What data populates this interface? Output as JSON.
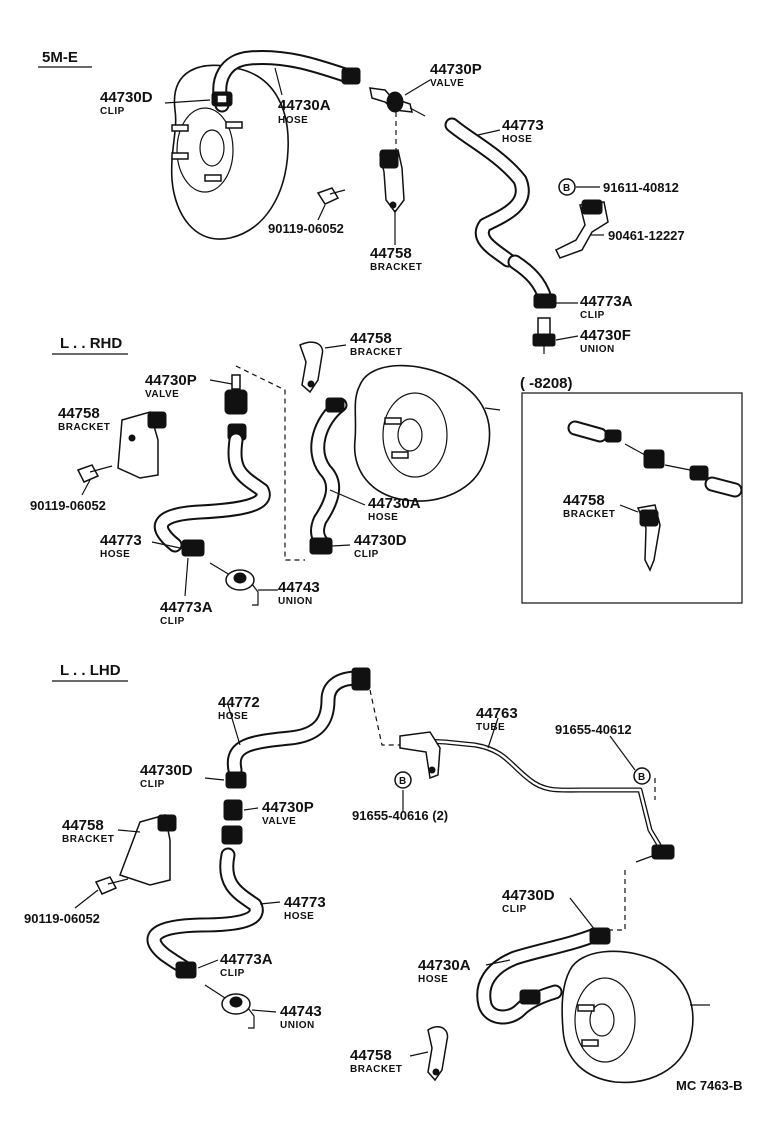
{
  "sections": {
    "s1_title": "5M-E",
    "s2_title": "L . . RHD",
    "s3_title": "L . . LHD",
    "inset_title": "(      -8208)"
  },
  "section1": {
    "l_44730D_num": "44730D",
    "l_44730D_name": "CLIP",
    "l_44730A_num": "44730A",
    "l_44730A_name": "HOSE",
    "l_44730P_num": "44730P",
    "l_44730P_name": "VALVE",
    "l_44773_num": "44773",
    "l_44773_name": "HOSE",
    "l_91611_num": "91611-40812",
    "l_90461_num": "90461-12227",
    "l_90119_num": "90119-06052",
    "l_44758_num": "44758",
    "l_44758_name": "BRACKET",
    "l_44773A_num": "44773A",
    "l_44773A_name": "CLIP",
    "l_44730F_num": "44730F",
    "l_44730F_name": "UNION"
  },
  "section2": {
    "l_44730P_num": "44730P",
    "l_44730P_name": "VALVE",
    "l_44758a_num": "44758",
    "l_44758a_name": "BRACKET",
    "l_44758b_num": "44758",
    "l_44758b_name": "BRACKET",
    "l_90119_num": "90119-06052",
    "l_44773_num": "44773",
    "l_44773_name": "HOSE",
    "l_44730A_num": "44730A",
    "l_44730A_name": "HOSE",
    "l_44730D_num": "44730D",
    "l_44730D_name": "CLIP",
    "l_44743_num": "44743",
    "l_44743_name": "UNION",
    "l_44773A_num": "44773A",
    "l_44773A_name": "CLIP",
    "l_inset_44758_num": "44758",
    "l_inset_44758_name": "BRACKET"
  },
  "section3": {
    "l_44772_num": "44772",
    "l_44772_name": "HOSE",
    "l_44763_num": "44763",
    "l_44763_name": "TUBE",
    "l_91655_40612_num": "91655-40612",
    "l_44730D_num": "44730D",
    "l_44730D_name": "CLIP",
    "l_44730P_num": "44730P",
    "l_44730P_name": "VALVE",
    "l_91655_40616_num": "91655-40616 (2)",
    "l_44758a_num": "44758",
    "l_44758a_name": "BRACKET",
    "l_44773_num": "44773",
    "l_44773_name": "HOSE",
    "l_90119_num": "90119-06052",
    "l_44730D_b_num": "44730D",
    "l_44730D_b_name": "CLIP",
    "l_44773A_num": "44773A",
    "l_44773A_name": "CLIP",
    "l_44730A_num": "44730A",
    "l_44730A_name": "HOSE",
    "l_44743_num": "44743",
    "l_44743_name": "UNION",
    "l_44758b_num": "44758",
    "l_44758b_name": "BRACKET"
  },
  "b_marker": "B",
  "footer": {
    "code": "MC 7463-B"
  }
}
